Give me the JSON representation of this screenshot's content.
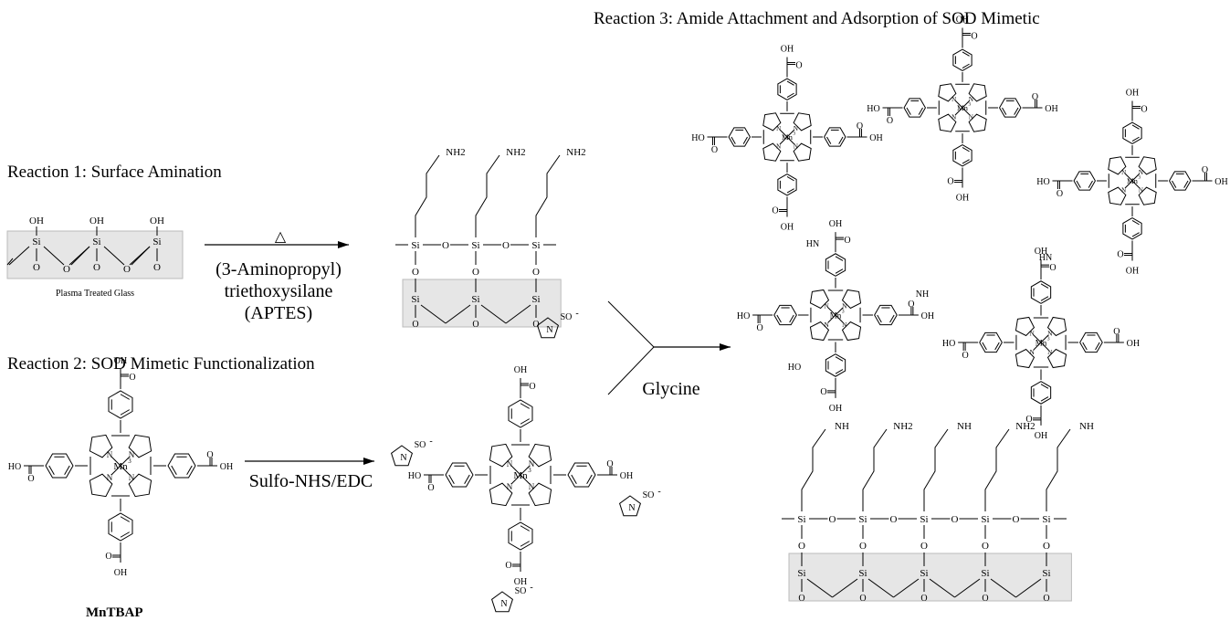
{
  "headings": {
    "r1": "Reaction 1:  Surface Amination",
    "r2": "Reaction 2:  SOD Mimetic Functionalization",
    "r3": "Reaction 3:  Amide Attachment and Adsorption of SOD Mimetic"
  },
  "conditions": {
    "r1_heat": "△",
    "r1_reagent_1": "(3-Aminopropyl)",
    "r1_reagent_2": "triethoxysilane",
    "r1_reagent_3": "(APTES)",
    "r2_reagent": "Sulfo-NHS/EDC",
    "r3_reagent": "Glycine"
  },
  "labels": {
    "glass": "Plasma Treated Glass",
    "mntbap": "MnTBAP",
    "oh": "OH",
    "si": "Si",
    "o": "O",
    "nh2": "NH2",
    "nh": "NH",
    "hn": "HN",
    "mn": "Mn",
    "mn3": "3",
    "n": "N",
    "cooh": "OH",
    "ho": "HO",
    "so3": "SO",
    "neg": "-"
  }
}
